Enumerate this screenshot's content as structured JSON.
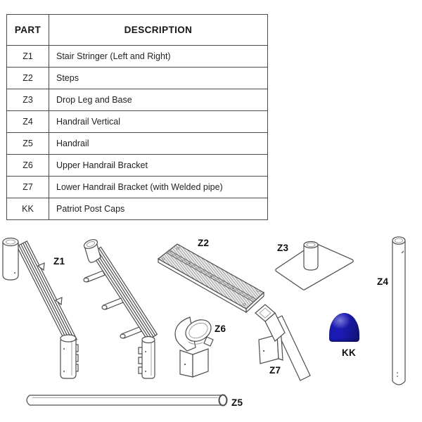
{
  "table": {
    "headers": {
      "part": "PART",
      "description": "DESCRIPTION"
    },
    "rows": [
      {
        "part": "Z1",
        "description": "Stair Stringer (Left and Right)"
      },
      {
        "part": "Z2",
        "description": "Steps"
      },
      {
        "part": "Z3",
        "description": "Drop Leg and Base"
      },
      {
        "part": "Z4",
        "description": "Handrail Vertical"
      },
      {
        "part": "Z5",
        "description": "Handrail"
      },
      {
        "part": "Z6",
        "description": "Upper Handrail Bracket"
      },
      {
        "part": "Z7",
        "description": "Lower Handrail Bracket (with Welded pipe)"
      },
      {
        "part": "KK",
        "description": "Patriot Post Caps"
      }
    ]
  },
  "diagram": {
    "labels": {
      "z1": "Z1",
      "z2": "Z2",
      "z3": "Z3",
      "z4": "Z4",
      "z5": "Z5",
      "z6": "Z6",
      "z7": "Z7",
      "kk": "KK"
    },
    "colors": {
      "post_cap_blue": "#1b1bb4",
      "line_gray": "#4d4d4d",
      "step_fill": "#ececec"
    }
  }
}
